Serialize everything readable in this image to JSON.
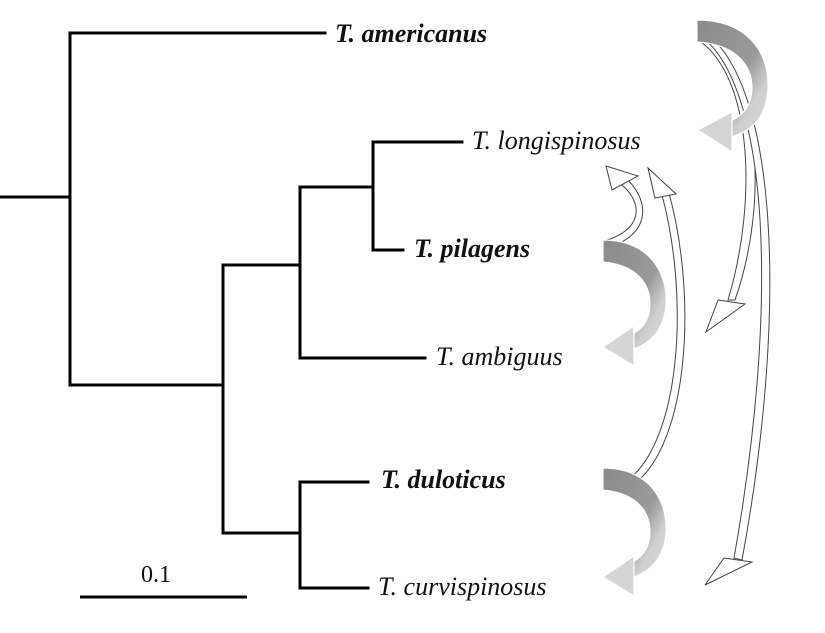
{
  "taxa": [
    {
      "id": "americanus",
      "name": "T. americanus",
      "bold": true
    },
    {
      "id": "longispinosus",
      "name": "T. longispinosus",
      "bold": false
    },
    {
      "id": "pilagens",
      "name": "T. pilagens",
      "bold": true
    },
    {
      "id": "ambiguus",
      "name": "T. ambiguus",
      "bold": false
    },
    {
      "id": "duloticus",
      "name": "T. duloticus",
      "bold": true
    },
    {
      "id": "curvispinosus",
      "name": "T. curvispinosus",
      "bold": false
    }
  ],
  "scale_bar": {
    "label": "0.1"
  },
  "colors": {
    "branch": "#000000",
    "arrow_dark": "#8c8c8c",
    "arrow_light": "#d4d4d4",
    "arrow_outline": "#ffffff"
  }
}
